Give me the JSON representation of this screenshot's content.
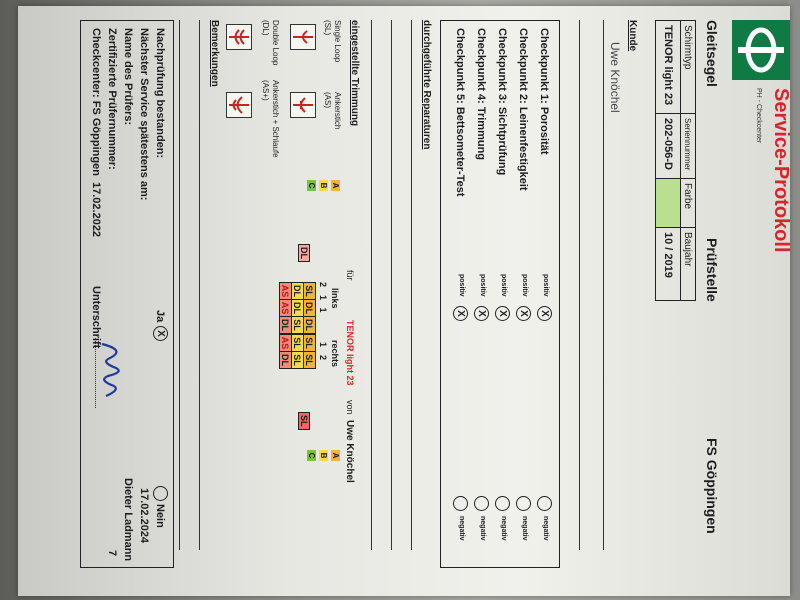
{
  "header": {
    "title": "Service-Protokoll",
    "subtitle": "PH - Checkcenter",
    "left_heading": "Gleitsegel",
    "center_heading": "Prüfstelle",
    "right_heading": "FS Göppingen",
    "logo_icon": "phi-logo-icon",
    "brand_color": "#0f7a43",
    "accent_color": "#d9242b"
  },
  "glider_table": {
    "col_labels": [
      "Schirmtyp",
      "Seriennummer",
      "Farbe",
      "Baujahr"
    ],
    "values": [
      "TENOR light 23",
      "202-056-D",
      "",
      "10  /  2019"
    ],
    "color_swatch": "#b8e08e"
  },
  "kunde": {
    "label": "Kunde",
    "value": "Uwe Knöchel"
  },
  "checkpoints": [
    {
      "label": "Checkpunkt 1: Porosität",
      "positive": "positiv",
      "negative": "negativ",
      "mark": "X"
    },
    {
      "label": "Checkpunkt 2: Leinenfestigkeit",
      "positive": "positiv",
      "negative": "negativ",
      "mark": "X"
    },
    {
      "label": "Checkpunkt 3: Sichtprüfung",
      "positive": "positiv",
      "negative": "negativ",
      "mark": "X"
    },
    {
      "label": "Checkpunkt 4: Trimmung",
      "positive": "positiv",
      "negative": "negativ",
      "mark": "X"
    },
    {
      "label": "Checkpunkt 5: Bettsometer-Test",
      "positive": "positiv",
      "negative": "negativ",
      "mark": "X"
    }
  ],
  "repairs": {
    "label": "durchgeführte Reparaturen"
  },
  "trimming": {
    "label": "eingestellte Trimmung",
    "fuer": "für",
    "glider": "TENOR light 23",
    "von": "von",
    "owner": "Uwe Knöchel",
    "links": "links",
    "rechts": "rechts",
    "left_numbers": [
      "2",
      "1",
      "1"
    ],
    "right_numbers": [
      "1",
      "2"
    ],
    "grid_rows": [
      [
        "SL",
        "DL",
        "DL",
        "SL",
        "SL"
      ],
      [
        "DL",
        "DL",
        "SL",
        "SL",
        "SL"
      ],
      [
        "AS",
        "AS",
        "DL",
        "AS",
        "DL"
      ]
    ],
    "sl_badge": "SL",
    "dl_badge": "DL",
    "grades": [
      "A",
      "B",
      "C"
    ],
    "loops": [
      {
        "name": "Single Loop",
        "abbr": "(SL)"
      },
      {
        "name": "Ankerstich",
        "abbr": "(AS)"
      },
      {
        "name": "Double Loop",
        "abbr": "(DL)"
      },
      {
        "name": "Ankerstich + Schlaufe",
        "abbr": "(AS+)"
      }
    ]
  },
  "bemerkungen": {
    "label": "Bemerkungen"
  },
  "footer": {
    "nachpruefung_label": "Nachprüfung bestanden:",
    "ja": "Ja",
    "ja_mark": "X",
    "nein": "Nein",
    "naechster_label": "Nächster Service spätestens am:",
    "naechster_value": "17.02.2024",
    "pruefer_label": "Name des Prüfers:",
    "pruefer_value": "Dieter Ladmann",
    "pruefernummer_label": "Zertifizierte Prüfernummer:",
    "pruefernummer_value": "7",
    "checkcenter_label": "Checkcenter:",
    "checkcenter_value": "FS Göppingen",
    "date": "17.02.2022",
    "unterschrift": "Unterschrift"
  }
}
